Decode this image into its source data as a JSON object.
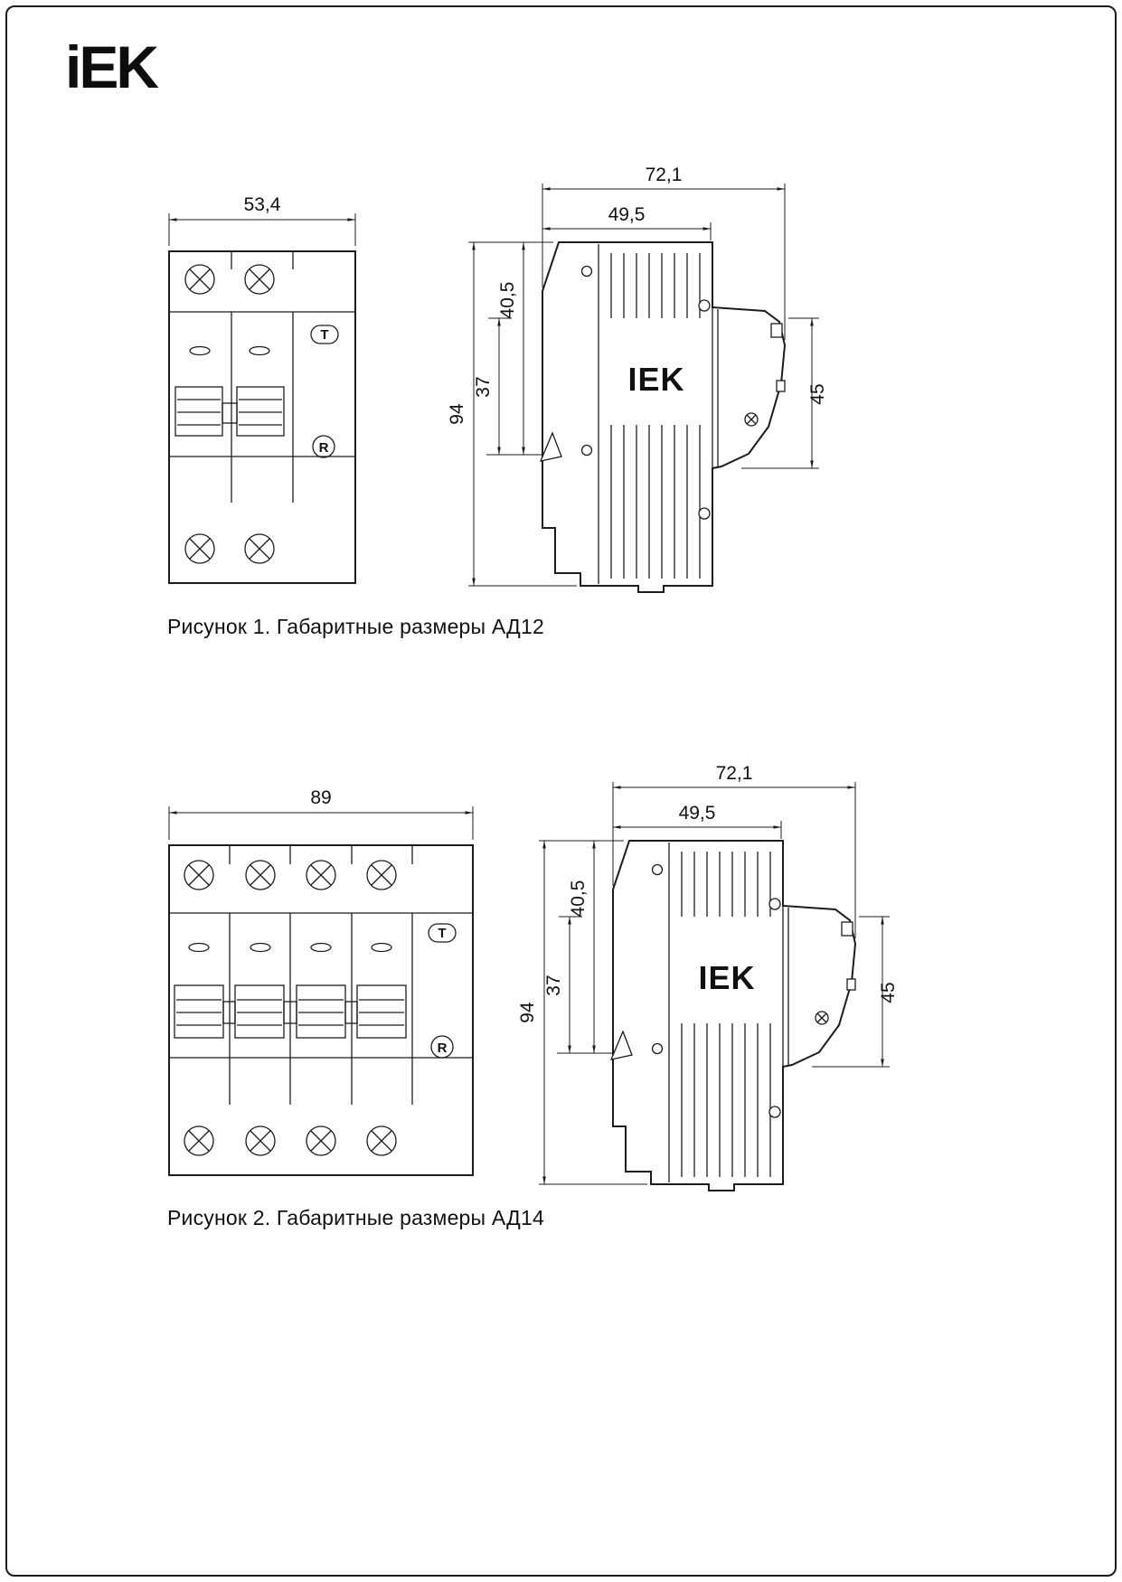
{
  "page": {
    "logo": "iEK"
  },
  "figures": [
    {
      "caption": "Рисунок 1. Габаритные размеры АД12",
      "front": {
        "width": "53,4",
        "test_label": "T",
        "reset_label": "R"
      },
      "side": {
        "overall_depth": "72,1",
        "body_depth": "49,5",
        "dim_a": "40,5",
        "dim_b": "37",
        "height": "94",
        "din_dim": "45",
        "brand": "IEK"
      }
    },
    {
      "caption": "Рисунок 2. Габаритные размеры АД14",
      "front": {
        "width": "89",
        "test_label": "T",
        "reset_label": "R"
      },
      "side": {
        "overall_depth": "72,1",
        "body_depth": "49,5",
        "dim_a": "40,5",
        "dim_b": "37",
        "height": "94",
        "din_dim": "45",
        "brand": "IEK"
      }
    }
  ]
}
